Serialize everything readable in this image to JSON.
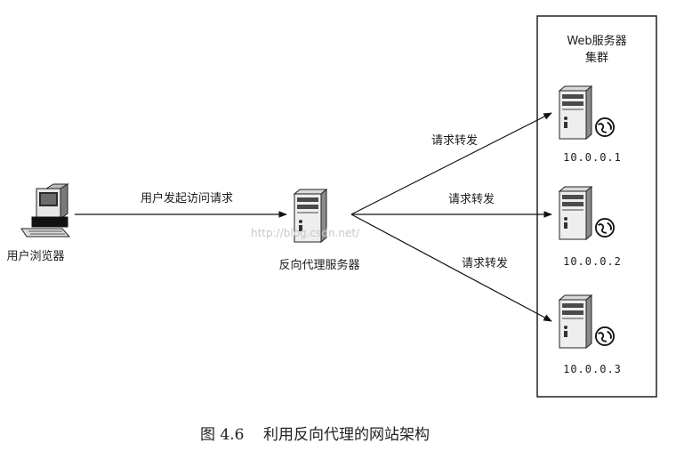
{
  "cluster": {
    "title_line1": "Web服务器",
    "title_line2": "集群"
  },
  "client": {
    "label": "用户浏览器",
    "icon": "computer-icon"
  },
  "proxy": {
    "label": "反向代理服务器",
    "icon": "server-icon"
  },
  "edges": {
    "client_to_proxy": "用户发起访问请求",
    "forward_1": "请求转发",
    "forward_2": "请求转发",
    "forward_3": "请求转发"
  },
  "servers": [
    {
      "ip": "10.0.0.1",
      "icon": "web-server-icon"
    },
    {
      "ip": "10.0.0.2",
      "icon": "web-server-icon"
    },
    {
      "ip": "10.0.0.3",
      "icon": "web-server-icon"
    }
  ],
  "watermark": "http://blog.csdn.net/",
  "caption": {
    "figure_number": "图 4.6",
    "text": "利用反向代理的网站架构"
  }
}
